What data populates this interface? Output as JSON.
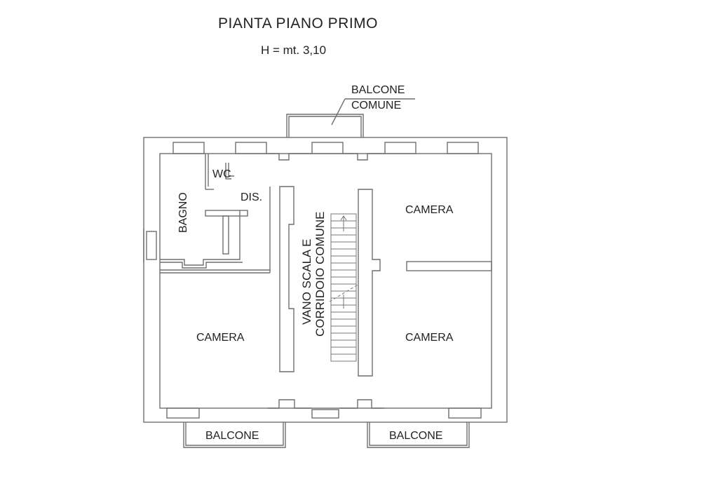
{
  "header": {
    "title": "PIANTA PIANO PRIMO",
    "height_note": "H = mt. 3,10"
  },
  "rooms": {
    "balcone_comune_line1": "BALCONE",
    "balcone_comune_line2": "COMUNE",
    "wc": "WC",
    "bagno": "BAGNO",
    "dis": "DIS.",
    "vano_line1": "VANO SCALA E",
    "vano_line2": "CORRIDOIO COMUNE",
    "camera_top_right": "CAMERA",
    "camera_bottom_left": "CAMERA",
    "camera_bottom_right": "CAMERA",
    "balcone_left": "BALCONE",
    "balcone_right": "BALCONE"
  },
  "colors": {
    "wall_outer": "#7a7a7a",
    "wall_inner": "#9a9a9a",
    "text": "#222222"
  }
}
